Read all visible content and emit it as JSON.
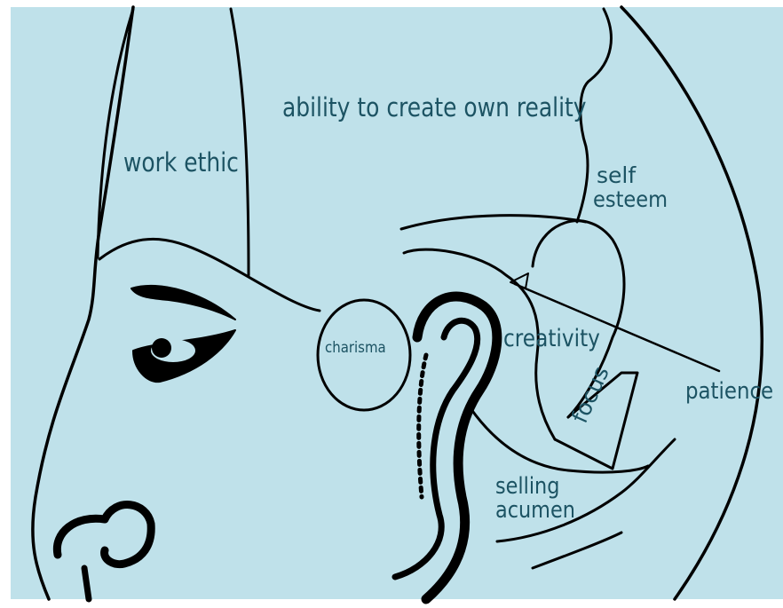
{
  "diagram": {
    "labels": {
      "ability": "ability to create own reality",
      "work_ethic": "work ethic",
      "self": "self",
      "esteem": "esteem",
      "charisma": "charisma",
      "creativity": "creativity",
      "patience": "patience",
      "focus": "focus",
      "selling": "selling",
      "acumen": "acumen"
    },
    "colors": {
      "background": "#bfe1ea",
      "ink": "#000000",
      "label_text": "#1c5363"
    }
  }
}
